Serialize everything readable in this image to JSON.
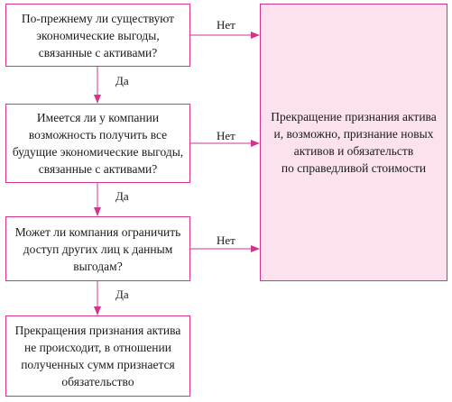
{
  "diagram": {
    "nodes": {
      "q1": "По-прежнему ли существуют\nэкономические выгоды,\nсвязанные с активами?",
      "q2": "Имеется ли у компании\nвозможность получить все\nбудущие экономические выгоды,\nсвязанные с активами?",
      "q3": "Может ли компания ограничить\nдоступ других лиц к данным\nвыгодам?",
      "result_derecognize": "Прекращение признания актива\nи, возможно, признание новых\nактивов и обязательств\nпо справедливой стоимости",
      "result_no_derecognition": "Прекращения признания актива\nне происходит, в отношении\nполученных сумм признается\nобязательство"
    },
    "edge_labels": {
      "no_1": "Нет",
      "no_2": "Нет",
      "no_3": "Нет",
      "yes_1": "Да",
      "yes_2": "Да",
      "yes_3": "Да"
    },
    "colors": {
      "accent": "#d4348a",
      "result_fill": "#fbe2ee"
    }
  }
}
